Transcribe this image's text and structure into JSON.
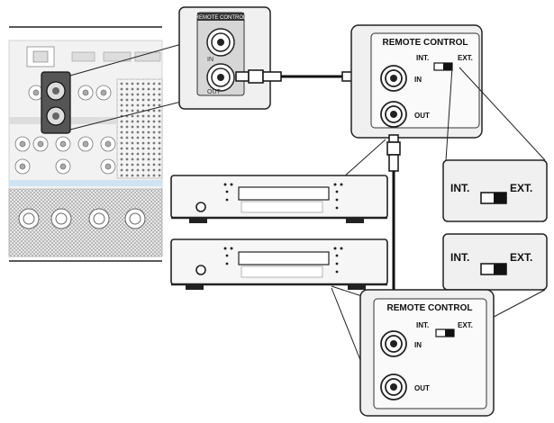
{
  "receiver": {
    "inset_jack_header": "REMOTE CONTROL",
    "inset_in_label": "IN",
    "inset_out_label": "OUT"
  },
  "panel_top": {
    "title": "REMOTE CONTROL",
    "switch_int": "INT.",
    "switch_ext": "EXT.",
    "in_label": "IN",
    "out_label": "OUT"
  },
  "callout_top": {
    "int_label": "INT.",
    "ext_label": "EXT.",
    "switch_position": "EXT."
  },
  "callout_bottom": {
    "int_label": "INT.",
    "ext_label": "EXT.",
    "switch_position": "EXT."
  },
  "panel_bottom": {
    "title": "REMOTE CONTROL",
    "switch_int": "INT.",
    "switch_ext": "EXT.",
    "in_label": "IN",
    "out_label": "OUT"
  },
  "icons": {
    "rca_jack": "rca-jack-icon",
    "rca_plug": "rca-plug-icon",
    "slide_switch": "slide-switch-icon"
  },
  "colors": {
    "line": "#1a1a1a",
    "panel_fill": "#f0f0f0",
    "switch_dark": "#111111"
  }
}
